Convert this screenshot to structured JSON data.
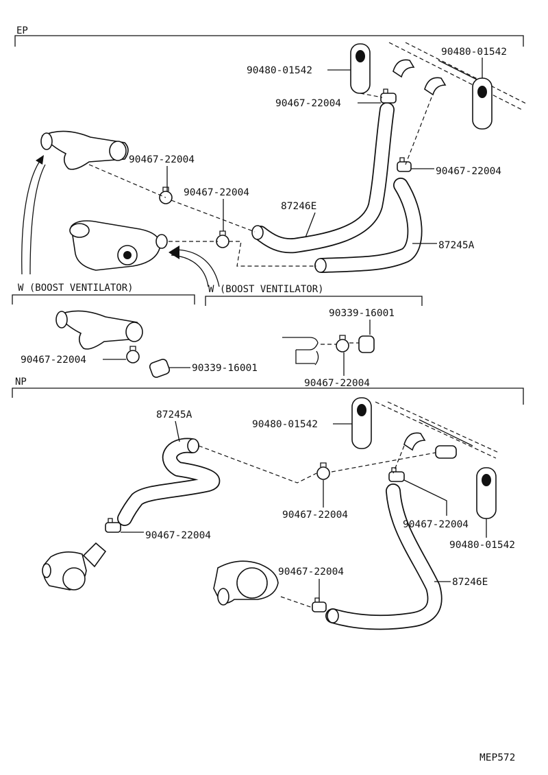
{
  "sections": {
    "ep": "EP",
    "np": "NP",
    "boost_left": "W (BOOST VENTILATOR)",
    "boost_right": "W (BOOST VENTILATOR)"
  },
  "parts": {
    "grommet_ep_left": "90480-01542",
    "grommet_ep_right": "90480-01542",
    "clamp_ep_top": "90467-22004",
    "clamp_ep_right": "90467-22004",
    "clamp_ep_left": "90467-22004",
    "clamp_ep_mid": "90467-22004",
    "hose_ep_87246e": "87246E",
    "hose_ep_87245a": "87245A",
    "plug_boost_right": "90339-16001",
    "clamp_boost_left": "90467-22004",
    "plug_boost_left": "90339-16001",
    "clamp_boost_right": "90467-22004",
    "hose_np_87245a": "87245A",
    "grommet_np_top": "90480-01542",
    "clamp_np_mid": "90467-22004",
    "clamp_np_left": "90467-22004",
    "clamp_np_right": "90467-22004",
    "grommet_np_right": "90480-01542",
    "clamp_np_bottom": "90467-22004",
    "hose_np_87246e": "87246E"
  },
  "figure_code": "MEP572"
}
